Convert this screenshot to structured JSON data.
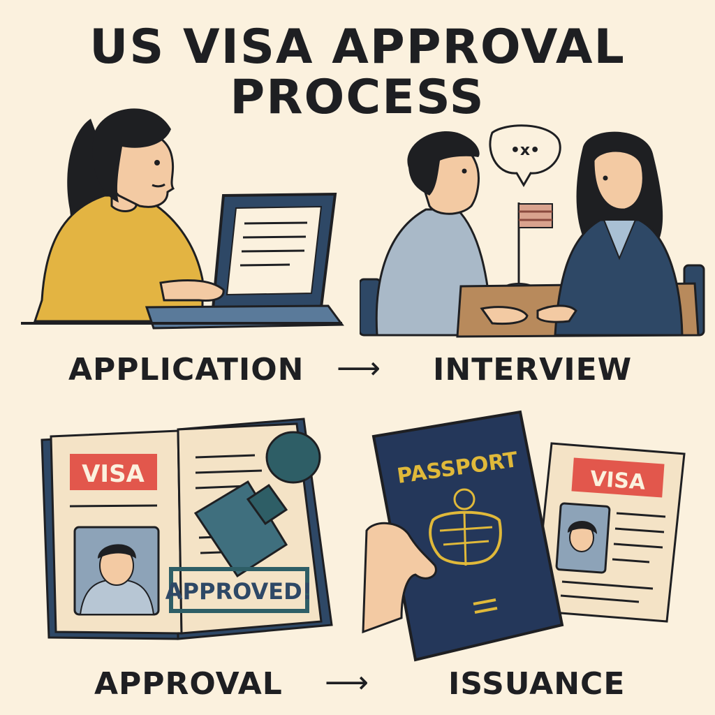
{
  "title": {
    "line1": "US VISA APPROVAL",
    "line2": "PROCESS"
  },
  "steps": {
    "application": "APPLICATION",
    "interview": "INTERVIEW",
    "approval": "APPROVAL",
    "issuance": "ISSUANCE"
  },
  "arrows": {
    "first": "⟶",
    "second": "⟶"
  },
  "visa_card_left": {
    "badge": "VISA",
    "stamp_text": "APPROVED!"
  },
  "passport": {
    "label": "PASSPORT"
  },
  "visa_card_right": {
    "badge": "VISA"
  },
  "speech_bubble": {
    "text": "•x•"
  },
  "colors": {
    "background": "#fbf1de",
    "ink": "#1e1f22",
    "visa_red": "#e2574c",
    "passport_navy": "#24375a",
    "passport_gold": "#e0b93a",
    "sweater_yellow": "#e3b442",
    "suit_navy": "#2e4866",
    "stamp_green": "#2e5e66"
  }
}
